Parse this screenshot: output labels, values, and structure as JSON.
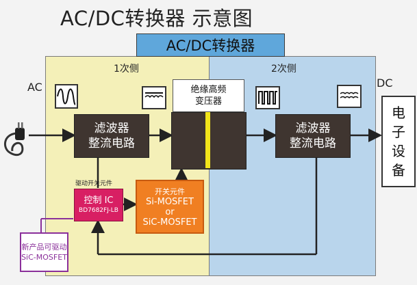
{
  "title": "AC/DC转换器  示意图",
  "header": "AC/DC转换器",
  "primary_label": "1次侧",
  "secondary_label": "2次侧",
  "ac_label": "AC",
  "dc_label": "DC",
  "filter_left": {
    "line1": "滤波器",
    "line2": "整流电路"
  },
  "filter_right": {
    "line1": "滤波器",
    "line2": "整流电路"
  },
  "transformer": {
    "line1": "绝缘高频",
    "line2": "变压器"
  },
  "device": [
    "电",
    "子",
    "设",
    "备"
  ],
  "driver_caption": "驱动开关元件",
  "controller": {
    "line1": "控制 IC",
    "line2": "BD7682FJ-LB"
  },
  "switch": {
    "title": "开关元件",
    "line1": "Si-MOSFET",
    "line2": "or",
    "line3": "SiC-MOSFET"
  },
  "new_product": {
    "line1": "新产品可驱动",
    "line2": "SiC-MOSFET"
  },
  "icons": [
    "sine-wave-icon",
    "rectified-wave-icon",
    "square-wave-icon",
    "dc-ripple-icon",
    "power-plug-icon"
  ],
  "colors": {
    "primary_panel": "#f4f0b8",
    "secondary_panel": "#b9d5ec",
    "header": "#5fa7db",
    "controller": "#d81f63",
    "switch": "#f07f22",
    "new_product": "#8a2f9a",
    "core": "#f2e51a"
  }
}
